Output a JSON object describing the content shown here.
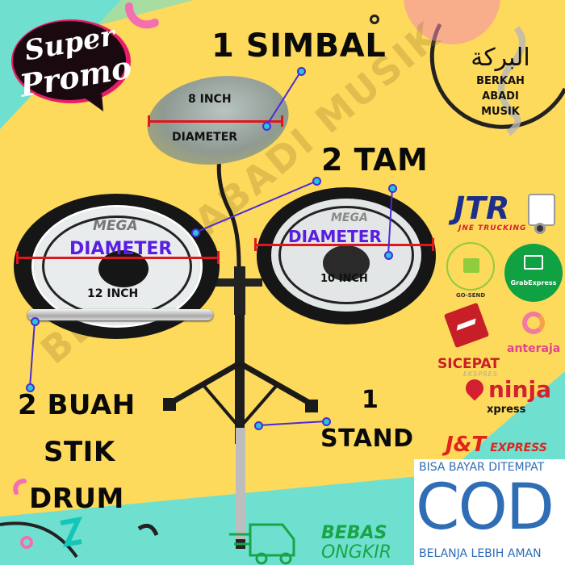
{
  "promo": {
    "line1": "Super",
    "line2": "Promo"
  },
  "titles": {
    "cymbal": "1 SIMBAL",
    "tam": "2 TAM",
    "sticks": [
      "2 BUAH",
      "STIK",
      "DRUM"
    ],
    "stand": [
      "1",
      "STAND"
    ]
  },
  "cymbal": {
    "size": "8 INCH",
    "label": "DIAMETER"
  },
  "drum_left": {
    "brand": "MEGA",
    "label": "DIAMETER",
    "size": "12 INCH"
  },
  "drum_right": {
    "brand": "MEGA",
    "label": "DIAMETER",
    "size": "10 INCH"
  },
  "watermark": "BERKAH ABADI MUSIK",
  "store": {
    "arabic": "البركة",
    "name_lines": [
      "BERKAH",
      "ABADI",
      "MUSIK"
    ]
  },
  "couriers": {
    "jtr": {
      "main": "JTR",
      "sub": "JNE TRUCKING"
    },
    "gosend": "GO-SEND",
    "grab": "GrabExpress",
    "sicepat": {
      "main": "SICEPAT",
      "sub": "EKSPRES"
    },
    "anteraja": "anteraja",
    "ninja": {
      "main": "ninja",
      "sub": "xpress"
    },
    "jnt": {
      "main": "J&T",
      "sub": "EXPRESS"
    }
  },
  "cod": {
    "top": "BISA BAYAR DITEMPAT",
    "main": "COD",
    "bottom": "BELANJA LEBIH AMAN"
  },
  "shipping": {
    "line1": "BEBAS",
    "line2": "ONGKIR"
  },
  "colors": {
    "background": "#fdd95c",
    "teal": "#6fe0cf",
    "diameter_purple": "#5a1ee0",
    "measure_red": "#e0161b",
    "cod_blue": "#2f6db5"
  }
}
